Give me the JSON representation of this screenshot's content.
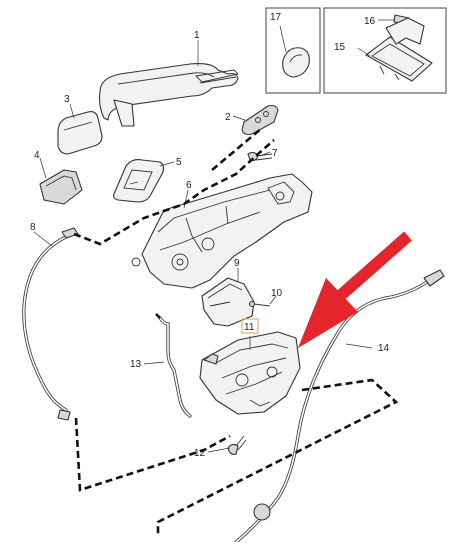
{
  "callouts": {
    "c1": "1",
    "c2": "2",
    "c3": "3",
    "c4": "4",
    "c5": "5",
    "c6": "6",
    "c7": "7",
    "c8": "8",
    "c9": "9",
    "c10": "10",
    "c11": "11",
    "c12": "12",
    "c13": "13",
    "c14": "14",
    "c15": "15",
    "c16": "16",
    "c17": "17"
  },
  "colors": {
    "arrow": "#e3262b",
    "highlight_box": "#e2b25a",
    "line": "#333333"
  }
}
